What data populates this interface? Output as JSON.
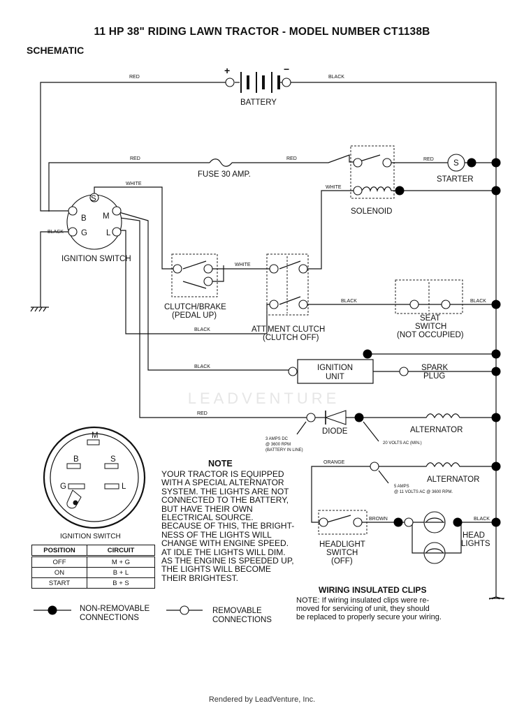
{
  "header": {
    "title": "11 HP 38\" RIDING LAWN TRACTOR - MODEL NUMBER CT1138B",
    "subtitle": "SCHEMATIC"
  },
  "wire_labels": {
    "red": "RED",
    "black": "BLACK",
    "white": "WHITE",
    "orange": "ORANGE",
    "brown": "BROWN"
  },
  "components": {
    "battery": "BATTERY",
    "battery_plus": "+",
    "battery_minus": "−",
    "fuse": "FUSE 30 AMP.",
    "starter": "STARTER",
    "starter_symbol": "S",
    "solenoid": "SOLENOID",
    "ignition_switch": "IGNITION SWITCH",
    "terminals": {
      "s": "S",
      "b": "B",
      "m": "M",
      "g": "G",
      "l": "L"
    },
    "clutch_brake": [
      "CLUTCH/BRAKE",
      "(PEDAL UP)"
    ],
    "attachment_clutch": [
      "ATT'MENT CLUTCH",
      "(CLUTCH OFF)"
    ],
    "seat_switch": [
      "SEAT",
      "SWITCH",
      "(NOT OCCUPIED)"
    ],
    "ignition_unit": [
      "IGNITION",
      "UNIT"
    ],
    "spark_plug": [
      "SPARK",
      "PLUG"
    ],
    "diode": "DIODE",
    "alternator": "ALTERNATOR",
    "headlight_switch": [
      "HEADLIGHT",
      "SWITCH",
      "(OFF)"
    ],
    "head_lights": [
      "HEAD",
      "LIGHTS"
    ]
  },
  "specs": {
    "dc": [
      "3 AMPS DC",
      "@ 3600 RPM",
      "(BATTERY IN LINE)"
    ],
    "ac_min": "20 VOLTS AC (MIN.)",
    "ac_rpm": [
      "5 AMPS",
      "@ 11 VOLTS AC @ 3600 RPM."
    ]
  },
  "ignition_diagram": {
    "caption": "IGNITION SWITCH",
    "table": {
      "headers": [
        "POSITION",
        "CIRCUIT"
      ],
      "rows": [
        {
          "position": "OFF",
          "circuit": "M + G"
        },
        {
          "position": "ON",
          "circuit": "B + L"
        },
        {
          "position": "START",
          "circuit": "B + S"
        }
      ]
    }
  },
  "note": {
    "title": "NOTE",
    "body": "YOUR TRACTOR IS EQUIPPED\nWITH A SPECIAL ALTERNATOR\nSYSTEM.  THE LIGHTS ARE NOT\nCONNECTED TO  THE BATTERY,\nBUT HAVE THEIR OWN\nELECTRICAL SOURCE.\nBECAUSE OF THIS, THE BRIGHT-\nNESS OF THE LIGHTS WILL\nCHANGE WITH ENGINE SPEED.\nAT IDLE THE LIGHTS WILL DIM.\nAS THE ENGINE IS SPEEDED UP,\nTHE LIGHTS WILL BECOME\nTHEIR BRIGHTEST."
  },
  "insulated_clips": {
    "title": "WIRING INSULATED CLIPS",
    "body": "NOTE: If wiring insulated clips  were  re-\n   moved  for servicing  of  unit,  they should\n   be replaced to properly secure your wiring."
  },
  "legend": {
    "non_removable": [
      "NON-REMOVABLE",
      "CONNECTIONS"
    ],
    "removable": [
      "REMOVABLE",
      "CONNECTIONS"
    ]
  },
  "watermark": "LEADVENTURE",
  "footer": "Rendered by LeadVenture, Inc."
}
